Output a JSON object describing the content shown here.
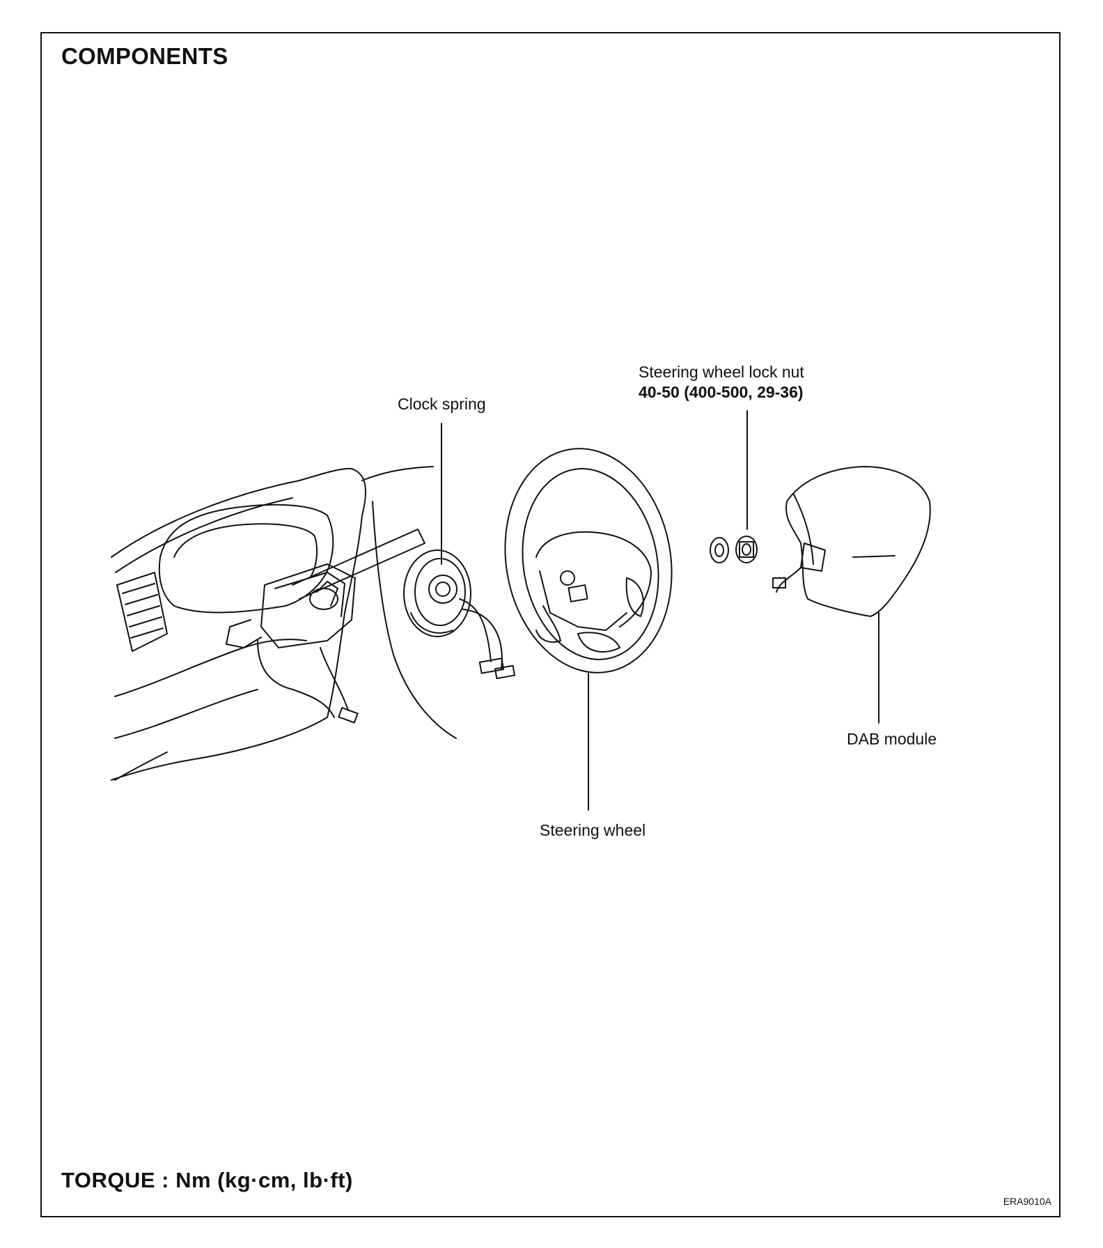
{
  "title": "COMPONENTS",
  "torque_note": "TORQUE : Nm (kg·cm, lb·ft)",
  "figure_code": "ERA9010A",
  "labels": {
    "clock_spring": "Clock spring",
    "lock_nut_name": "Steering wheel lock nut",
    "lock_nut_torque": "40-50 (400-500, 29-36)",
    "steering_wheel": "Steering wheel",
    "dab_module": "DAB module"
  },
  "colors": {
    "line": "#111111",
    "background": "#ffffff"
  }
}
